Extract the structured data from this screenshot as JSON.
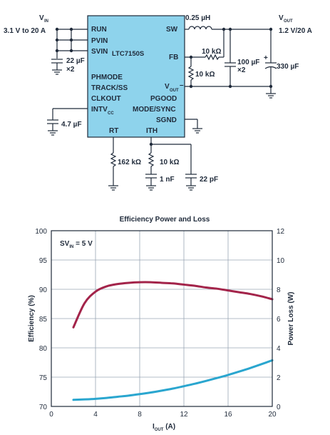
{
  "schematic": {
    "vin_label": "V",
    "vin_sub": "IN",
    "vin_range": "3.1 V to 20 A",
    "vout_label": "V",
    "vout_sub": "OUT",
    "vout_value": "1.2 V/20 A",
    "ic_name": "LTC7150S",
    "pins_left": [
      "RUN",
      "PVIN",
      "SVIN",
      "PHMODE",
      "TRACK/SS",
      "CLKOUT",
      "INTV"
    ],
    "intv_sub": "CC",
    "pin_rt": "RT",
    "pin_ith": "ITH",
    "pin_sw": "SW",
    "pin_fb": "FB",
    "pin_vout": "V",
    "pin_vout_sub": "OUT",
    "pin_vout_suffix": "–",
    "pins_right": [
      "PGOOD",
      "MODE/SYNC",
      "SGND"
    ],
    "inductor": "0.25 µH",
    "r_fb_top": "10 kΩ",
    "r_fb_bot": "10 kΩ",
    "c_in": "22 µF",
    "c_in_mult": "×2",
    "c_out1": "100 µF",
    "c_out1_mult": "×2",
    "c_out2": "330 µF",
    "c_out2_plus": "+",
    "c_intvcc": "4.7 µF",
    "r_rt": "162 kΩ",
    "r_ith": "10 kΩ",
    "c_ith": "1 nF",
    "c_ith2": "22 pF"
  },
  "chart_data": {
    "type": "line",
    "title": "Efficiency Power and Loss",
    "annotation": "SV",
    "annotation_sub": "IN",
    "annotation_suffix": " = 5 V",
    "xlabel": "I",
    "xlabel_sub": "OUT",
    "xlabel_suffix": " (A)",
    "ylabel": "Efficiency (%)",
    "y2label": "Power Loss (W)",
    "xlim": [
      0,
      20
    ],
    "ylim": [
      70,
      100
    ],
    "y2lim": [
      0,
      12
    ],
    "xticks": [
      0,
      4,
      8,
      12,
      16,
      20
    ],
    "yticks": [
      70,
      75,
      80,
      85,
      90,
      95,
      100
    ],
    "y2ticks": [
      0,
      2,
      4,
      6,
      8,
      10,
      12
    ],
    "grid": true,
    "series": [
      {
        "axis": "left",
        "color": "#a3244a",
        "x": [
          2,
          3,
          4,
          5,
          6,
          7,
          8,
          9,
          10,
          11,
          12,
          13,
          14,
          15,
          16,
          17,
          18,
          19,
          20
        ],
        "values": [
          83.5,
          87.6,
          89.6,
          90.5,
          90.9,
          91.1,
          91.2,
          91.2,
          91.1,
          91.0,
          90.8,
          90.6,
          90.3,
          90.1,
          89.8,
          89.5,
          89.2,
          88.8,
          88.3
        ]
      },
      {
        "axis": "right",
        "color": "#2aa6cf",
        "x": [
          2,
          3,
          4,
          5,
          6,
          7,
          8,
          9,
          10,
          11,
          12,
          13,
          14,
          15,
          16,
          17,
          18,
          19,
          20
        ],
        "values": [
          0.45,
          0.48,
          0.52,
          0.58,
          0.66,
          0.74,
          0.84,
          0.95,
          1.08,
          1.22,
          1.38,
          1.55,
          1.74,
          1.94,
          2.15,
          2.38,
          2.62,
          2.88,
          3.15
        ]
      }
    ]
  }
}
